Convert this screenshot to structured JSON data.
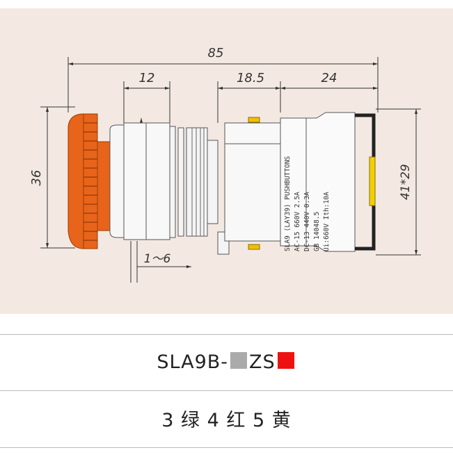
{
  "drawing": {
    "dimensions": {
      "overall_length": "85",
      "cap_offset": "12",
      "mid_length": "18.5",
      "body_length": "24",
      "cap_diameter": "36",
      "bezel_height": "29",
      "panel_thickness": "1～6",
      "body_section": "41*29"
    },
    "body_label": {
      "line1": "SLA9 (LAY39) PUSHBUTTONS",
      "line2": "AC-15  660V  2.5A",
      "line3": "DC-13  440V  0.3A",
      "line4": "GB 14048.5",
      "line5": "Ui:660V  Ith:10A"
    }
  },
  "model": {
    "prefix": "SLA9B-",
    "middle": "ZS",
    "swatch1_color": "#aaaaaa",
    "swatch2_color": "#ee1111"
  },
  "colors_line": "3 绿 4 红 5 黄",
  "palette": {
    "cap": "#e8641a",
    "background": "#f3e9e2",
    "indicator": "#f0d000"
  }
}
